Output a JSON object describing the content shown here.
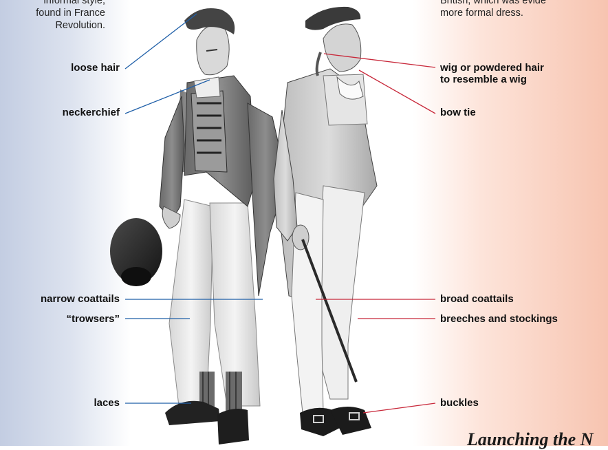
{
  "intro": {
    "left_lines": [
      "informal style,",
      "found in France",
      "Revolution."
    ],
    "right_lines": [
      "British, which was evide",
      "more formal dress."
    ]
  },
  "labels_left": {
    "loose_hair": "loose hair",
    "neckerchief": "neckerchief",
    "narrow_coattails": "narrow coattails",
    "trowsers": "“trowsers”",
    "laces": "laces"
  },
  "labels_right": {
    "wig": "wig or powdered hair",
    "wig_line2": "to resemble a wig",
    "bow_tie": "bow tie",
    "broad_coattails": "broad coattails",
    "breeches": "breeches and stockings",
    "buckles": "buckles"
  },
  "footer": {
    "title": "Launching the N"
  },
  "colors": {
    "left_leader": "#1f5fa8",
    "right_leader": "#c8283a",
    "left_bg": "#c3cde2",
    "right_bg": "#f7c4b0"
  }
}
